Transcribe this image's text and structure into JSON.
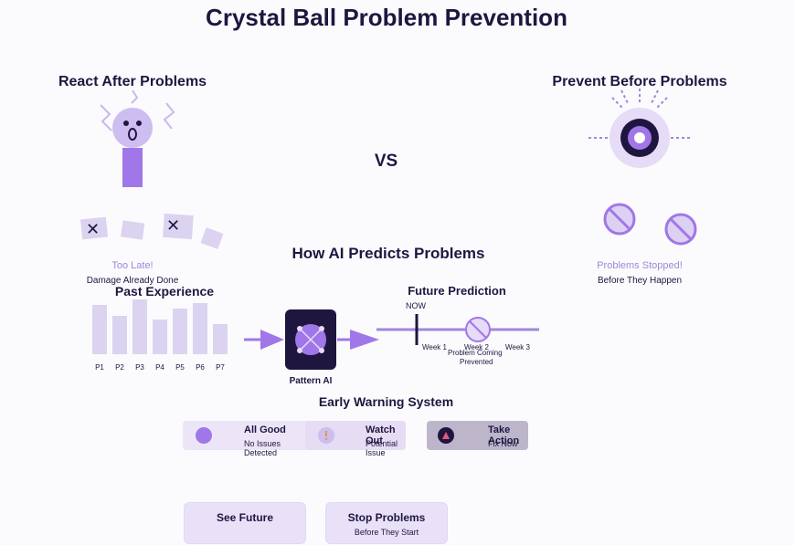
{
  "title": "Crystal Ball Problem Prevention",
  "left_heading": "React After Problems",
  "right_heading": "Prevent Before Problems",
  "vs_label": "VS",
  "left_status": {
    "title": "Too Late!",
    "subtitle": "Damage Already Done"
  },
  "right_status": {
    "title": "Problems Stopped!",
    "subtitle": "Before They Happen"
  },
  "prediction_heading": "How AI Predicts Problems",
  "past": {
    "heading": "Past Experience",
    "bars": [
      {
        "label": "P1",
        "value": 54
      },
      {
        "label": "P2",
        "value": 42
      },
      {
        "label": "P3",
        "value": 60
      },
      {
        "label": "P4",
        "value": 38
      },
      {
        "label": "P5",
        "value": 50
      },
      {
        "label": "P6",
        "value": 56
      },
      {
        "label": "P7",
        "value": 33
      }
    ]
  },
  "ai_label": "Pattern AI",
  "future": {
    "heading": "Future Prediction",
    "now_label": "NOW",
    "weeks": [
      "Week 1",
      "Week 2",
      "Week 3"
    ],
    "problem_label": "Problem Coming",
    "prevented_label": "Prevented"
  },
  "warning": {
    "heading": "Early Warning System",
    "levels": [
      {
        "title": "All Good",
        "subtitle": "No Issues Detected"
      },
      {
        "title": "Watch Out",
        "subtitle": "Potential Issue"
      },
      {
        "title": "Take Action",
        "subtitle": "Fix Now"
      }
    ]
  },
  "buttons": {
    "see_future": "See Future",
    "stop_problems": "Stop Problems",
    "stop_problems_sub": "Before They Start"
  },
  "colors": {
    "dark": "#1f1640",
    "purple": "#a077e8",
    "light_purple": "#dcd3f0",
    "pale": "#e9e1f8"
  }
}
